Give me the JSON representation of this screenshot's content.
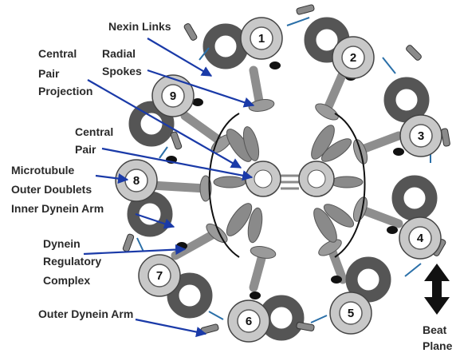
{
  "labels": {
    "nexin_links": "Nexin Links",
    "central_pair_projection_1": "Central",
    "central_pair_projection_2": "Pair",
    "central_pair_projection_3": "Projection",
    "radial_spokes_1": "Radial",
    "radial_spokes_2": "Spokes",
    "central_pair_1": "Central",
    "central_pair_2": "Pair",
    "microtubule_1": "Microtubule",
    "microtubule_2": "Outer Doublets",
    "inner_dynein_arm": "Inner Dynein Arm",
    "dynein_regulatory_1": "Dynein",
    "dynein_regulatory_2": "Regulatory",
    "dynein_regulatory_3": "Complex",
    "outer_dynein_arm": "Outer Dynein Arm",
    "beat_plane_1": "Beat",
    "beat_plane_2": "Plane"
  },
  "doublets": [
    "1",
    "2",
    "3",
    "4",
    "5",
    "6",
    "7",
    "8",
    "9"
  ],
  "colors": {
    "doublet_fill": "#c8c8c8",
    "doublet_inner_ring": "#5a5a5a",
    "subfiber_b": "#555555",
    "spoke": "#9a9a9a",
    "arrow": "#1a3aa8",
    "arm": "#111111"
  }
}
